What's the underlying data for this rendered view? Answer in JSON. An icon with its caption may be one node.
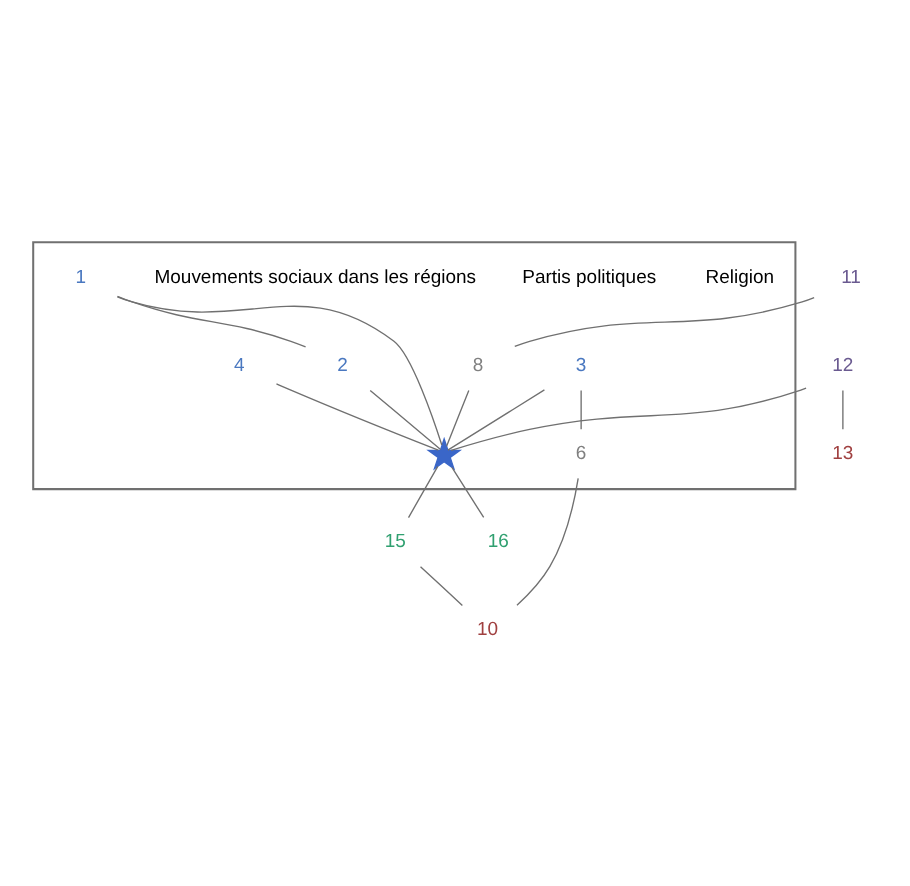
{
  "diagram": {
    "nodes": [
      {
        "text": [],
        "shape": "box"
      },
      {
        "text": [
          "1"
        ],
        "in": 0
      },
      {
        "text": [
          "2"
        ],
        "in": 0
      },
      {
        "text": [
          "8"
        ],
        "in": 0
      },
      {
        "text": [],
        "shape": "star",
        "in": 0
      },
      {
        "text": [
          "4"
        ],
        "in": 0
      },
      {
        "text": [
          "3"
        ],
        "in": 0
      },
      {
        "text": [
          "6"
        ],
        "in": 0
      },
      {
        "text": [
          "11"
        ]
      },
      {
        "text": [
          "12"
        ]
      },
      {
        "text": [
          "13"
        ]
      },
      {
        "text": [
          "10"
        ]
      },
      {
        "text": [
          "15"
        ]
      },
      {
        "text": [
          "16"
        ]
      }
    ],
    "edges": [
      {
        "from": 1,
        "to": 2,
        "arrow": "none"
      },
      {
        "from": 1,
        "to": 4,
        "arrow": "none"
      },
      {
        "from": 2,
        "to": 4,
        "arrow": "none"
      },
      {
        "from": 8,
        "to": 3,
        "arrow": "none"
      },
      {
        "from": 3,
        "to": 4,
        "arrow": "none"
      },
      {
        "from": 9,
        "to": 4,
        "arrow": "none"
      },
      {
        "from": 5,
        "to": 4,
        "arrow": "none"
      },
      {
        "from": 4,
        "to": 13,
        "arrow": "none"
      },
      {
        "from": 4,
        "to": 12,
        "arrow": "none"
      },
      {
        "from": 6,
        "to": 4,
        "arrow": "none"
      },
      {
        "from": 6,
        "to": 7,
        "arrow": "none"
      },
      {
        "from": 7,
        "to": 11,
        "arrow": "none"
      },
      {
        "from": 9,
        "to": 10,
        "arrow": "none"
      },
      {
        "from": 12,
        "to": 11,
        "arrow": "none"
      }
    ],
    "labels": [
      "Religion",
      "Partis politiques",
      "Mouvements sociaux dans les régions"
    ]
  }
}
